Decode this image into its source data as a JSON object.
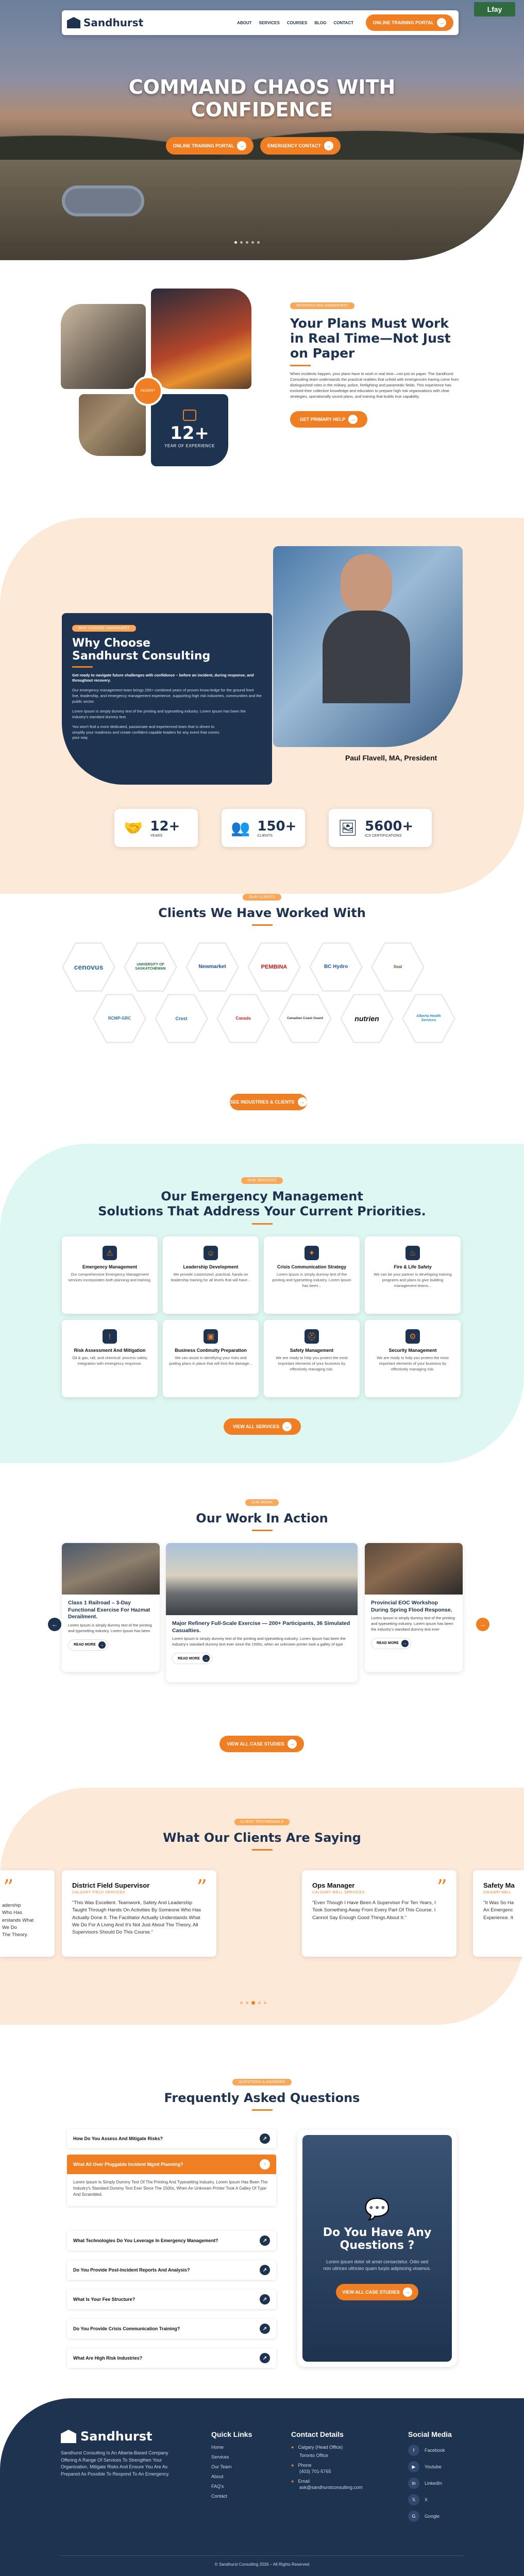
{
  "header": {
    "brand": "Sandhurst",
    "nav": [
      "ABOUT",
      "SERVICES",
      "COURSES",
      "BLOG",
      "CONTACT"
    ],
    "cta": "ONLINE TRAINING PORTAL"
  },
  "hero": {
    "title_line1": "COMMAND CHAOS WITH",
    "title_line2": "CONFIDENCE",
    "btn1": "ONLINE TRAINING PORTAL",
    "btn2": "EMERGENCY CONTACT",
    "sign": "Lfay"
  },
  "about": {
    "tag": "INTRODUCING SANDHURST",
    "title": "Your Plans Must Work in Real Time—Not Just on Paper",
    "body": "When incidents happen, your plans have to work in real time—not just on paper. The Sandhurst Consulting team understands the practical realities that unfold with emergencies having come from distinguished roles in the military, police, firefighting and paramedic fields. This experience has evolved their collective knowledge and education to prepare high risk organizations with clear strategies, operationally sound plans, and training that builds true capability.",
    "badge_num": "12+",
    "badge_label": "YEAR OF EXPERIENCE",
    "side_badge": "INCIDENT",
    "btn": "GET PRIMARY HELP"
  },
  "why": {
    "tag": "WHY CHOOSE SANDHURST",
    "title": "Why Choose Sandhurst Consulting",
    "lead": "Get ready to navigate future challenges with confidence – before an incident, during response, and throughout recovery.",
    "p1": "Our emergency management team brings 250+ combined years of proven know-ledge for the ground front line, leadership, and emergency management experience, supporting high risk industries, communities and the public sector.",
    "p2": "Lorem Ipsum is simply dummy text of the printing and typesetting industry. Lorem Ipsum has been the industry's standard dummy text.",
    "p3": "You won't find a more dedicated, passionate and experienced team that is driven to simplify your readiness and create confident capable leaders for any event that comes your way.",
    "person": "Paul Flavell, MA, President"
  },
  "stats": [
    {
      "num": "12+",
      "label": "YEARS",
      "icon": "handshake-icon"
    },
    {
      "num": "150+",
      "label": "CLIENTS",
      "icon": "people-icon"
    },
    {
      "num": "5600+",
      "label": "ICS CERTIFICATIONS",
      "icon": "certificate-icon"
    }
  ],
  "clients": {
    "tag": "OUR CLIENTS",
    "title": "Clients We Have Worked With",
    "logos": [
      "cenovus",
      "UNIVERSITY OF SASKATCHEWAN",
      "Newmarket",
      "PEMBINA",
      "BC Hydro",
      "Seal",
      "RCMP-GRC",
      "Crest",
      "Canada",
      "Canadian Coast Guard",
      "nutrien",
      "Alberta Health Services"
    ],
    "btn": "SEE INDUSTRIES & CLIENTS"
  },
  "services": {
    "tag": "OUR SERVICES",
    "title_line1": "Our Emergency Management",
    "title_line2": "Solutions That Address Your Current Priorities.",
    "items": [
      {
        "t": "Emergency Management",
        "d": "Our comprehensive Emergency Management services incorporates both planning and training."
      },
      {
        "t": "Leadership Development",
        "d": "We provide customized, practical, hands-on leadership training for all levels that will have..."
      },
      {
        "t": "Crisis Communication Strategy",
        "d": "Lorem Ipsum is simply dummy text of the printing and typesetting industry. Lorem Ipsum has been..."
      },
      {
        "t": "Fire & Life Safety",
        "d": "We can be your partner in developing training programs and plans to give building management teams..."
      },
      {
        "t": "Risk Assessment And Mitigation",
        "d": "Oil & gas, rail, and chemical: process safety integration with emergency response."
      },
      {
        "t": "Business Continuity Preparation",
        "d": "We can assist in identifying your risks and putting plans in place that will limit the damage..."
      },
      {
        "t": "Safety Management",
        "d": "We are ready to help you protect the most important elements of your business by effectively managing risk."
      },
      {
        "t": "Security Management",
        "d": "We are ready to help you protect the most important elements of your business by effectively managing risk."
      }
    ],
    "btn": "VIEW ALL SERVICES"
  },
  "work": {
    "tag": "OUR WORK",
    "title": "Our Work In Action",
    "items": [
      {
        "t": "Class 1 Railroad – 3-Day Functional Exercise For Hazmat Derailment.",
        "d": "Lorem Ipsum is simply dummy text of the printing and typesetting industry. Lorem Ipsum has been"
      },
      {
        "t": "Major Refinery Full-Scale Exercise — 200+ Participants, 36 Simulated Casualties.",
        "d": "Lorem Ipsum is simply dummy text of the printing and typesetting industry. Lorem Ipsum has been the industry's standard dummy text ever since the 1500s, when an unknown printer took a galley of type"
      },
      {
        "t": "Provincial EOC Workshop During Spring Flood Response.",
        "d": "Lorem Ipsum is simply dummy text of the printing and typesetting industry. Lorem Ipsum has been the industry's standard dummy text ever"
      }
    ],
    "read_more": "READ MORE",
    "btn": "VIEW ALL CASE STUDIES"
  },
  "testimonials": {
    "tag": "CLIENT TESTIMONIALS",
    "title": "What Our Clients Are Saying",
    "items": [
      {
        "name": "District Field Supervisor",
        "role": "CALGARY FIELD SERVICES",
        "quote": "\"This Was Excellent. Teamwork, Safety And Leadership Taught Through Hands On Activities By Someone Who Has Actually Done It. The Facilitator Actually Understands What We Do For A Living And It's Not Just About The Theory, All Supervisors Should Do This Course.\""
      },
      {
        "name": "Ops Manager",
        "role": "CALGARY WELL SERVICES",
        "quote": "\"Even Though I Have Been A Supervisor For Ten Years, I Took Something Away From Every Part Of This Course. I Cannot Say Enough Good Things About It.\""
      }
    ],
    "left_peek": [
      "adership",
      "Who Has",
      "erstands What",
      "We Do",
      "The Theory."
    ],
    "right_name": "Safety Ma",
    "right_role": "CALGARY WELL",
    "right_peek": [
      "\"It Was So Ha",
      "An Emergenc",
      "Experience. It"
    ]
  },
  "faq": {
    "tag": "QUESTIONS & ANSWERS",
    "title": "Frequently Asked Questions",
    "items": [
      "How Do You Assess And Mitigate Risks?",
      "What All Over Pluggable Incident Mgmt Planning?",
      "What Technologies Do You Leverage In Emergency Management?",
      "Do You Provide Post-Incident Reports And Analysis?",
      "What Is Your Fee Structure?",
      "Do You Provide Crisis Communication Training?",
      "What Are High Risk Industries?"
    ],
    "open_answer": "Lorem Ipsum Is Simply Dummy Text Of The Printing And Typesetting Industry. Lorem Ipsum Has Been The Industry's Standard Dummy Text Ever Since The 1500s, When An Unknown Printer Took A Galley Of Type And Scrambled.",
    "cta_title_line1": "Do You Have Any",
    "cta_title_line2": "Questions ?",
    "cta_body": "Lorem ipsum dolor sit amet consectetur. Odio sed non ultrices ultricies quam turpis adipiscing vivamus.",
    "cta_btn": "VIEW ALL CASE STUDIES"
  },
  "footer": {
    "brand": "Sandhurst",
    "about": "Sandhurst Consulting Is An Alberta-Based Company Offering A Range Of Services To Strengthen Your Organization, Mitigate Risks And Ensure You Are As Prepared As Possible To Respond To An Emergency.",
    "quick_title": "Quick Links",
    "quick": [
      "Home",
      "Services",
      "Our Team",
      "About",
      "FAQ's",
      "Contact"
    ],
    "contact_title": "Contact Details",
    "contact": [
      "Calgary (Head Office)",
      "Toronto Office",
      "Phone",
      "(403) 701-5765",
      "Email",
      "ask@sandhurstconsulting.com"
    ],
    "social_title": "Social Media",
    "social": [
      "Facebook",
      "Youtube",
      "LinkedIn",
      "X",
      "Google"
    ],
    "copyright": "© Sandhurst Consulting 2026 – All Rights Reserved"
  },
  "colors": {
    "navy": "#1e3350",
    "orange": "#f07f24",
    "peach": "#fde9d8",
    "mint": "#dff7f3"
  }
}
